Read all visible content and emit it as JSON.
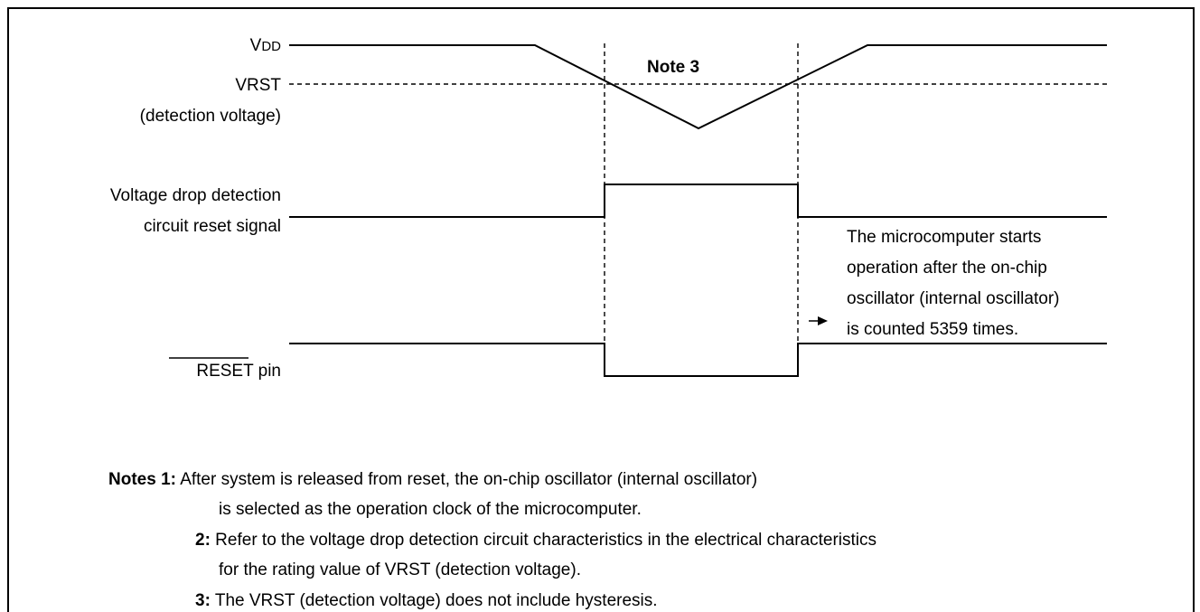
{
  "signals": {
    "vdd": {
      "main": "V",
      "sub": "DD"
    },
    "vrst": "VRST",
    "vrst_desc": "(detection voltage)",
    "vd_line1": "Voltage drop detection",
    "vd_line2": "circuit reset signal",
    "reset": "RESET",
    "reset_suffix": " pin"
  },
  "annotations": {
    "note3": "Note 3",
    "micro_lines": [
      "The microcomputer starts",
      "operation after the on-chip",
      "oscillator  (internal oscillator)",
      "is counted 5359 times."
    ]
  },
  "notes": {
    "n1_label": "Notes 1:",
    "n1_line1": " After system is released from reset, the on-chip oscillator (internal oscillator)",
    "n1_line2": "is selected as the operation clock of the microcomputer.",
    "n2_label": "2:",
    "n2_line1": " Refer to the voltage drop detection circuit characteristics in the electrical characteristics",
    "n2_line2": "for the rating value of VRST (detection voltage).",
    "n3_label": "3:",
    "n3_line1": " The VRST (detection voltage) does not include hysteresis."
  }
}
